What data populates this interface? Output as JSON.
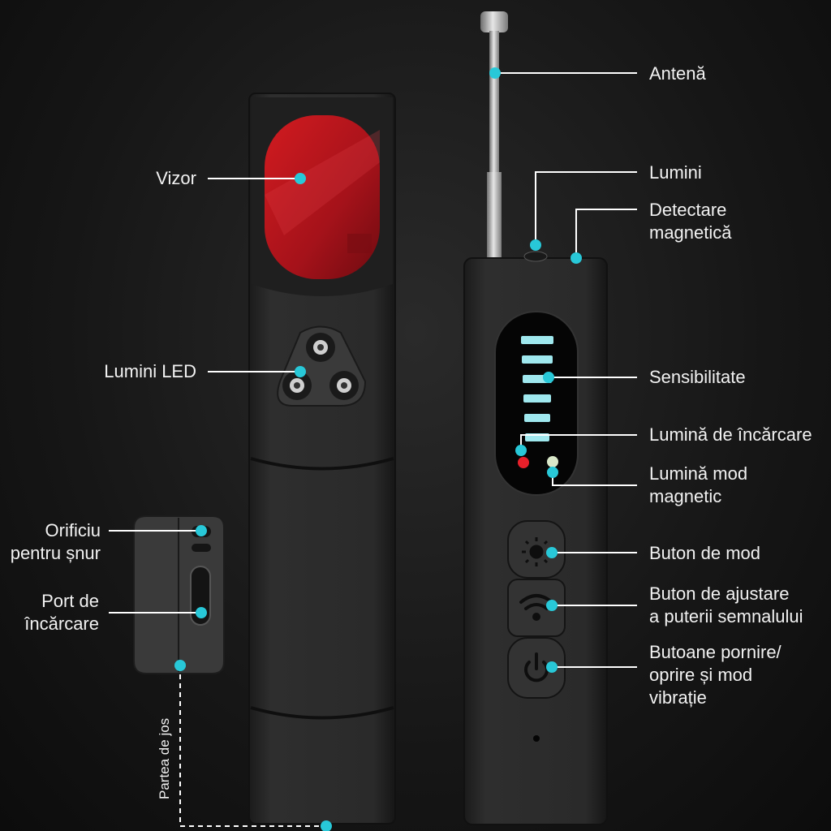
{
  "labels": {
    "vizor": "Vizor",
    "lumini_led": "Lumini LED",
    "orificiu_line1": "Orificiu",
    "orificiu_line2": "pentru șnur",
    "port_line1": "Port de",
    "port_line2": "încărcare",
    "partea_de_jos": "Partea de jos",
    "antena": "Antenă",
    "lumini": "Lumini",
    "detectare_line1": "Detectare",
    "detectare_line2": "magnetică",
    "sensibilitate": "Sensibilitate",
    "lumina_incarcare": "Lumină de încărcare",
    "lumina_mod_line1": "Lumină mod",
    "lumina_mod_line2": "magnetic",
    "buton_mod": "Buton de mod",
    "buton_ajustare_line1": "Buton de ajustare",
    "buton_ajustare_line2": "a puterii semnalului",
    "butoane_pornire_line1": "Butoane pornire/",
    "butoane_pornire_line2": "oprire și mod",
    "butoane_pornire_line3": "vibrație"
  },
  "colors": {
    "accent": "#28c8d8",
    "viewfinder_red": "#b5141a",
    "device_body": "#262626",
    "led_bars": "#9fe8ee",
    "label_text": "#f2f2f2"
  },
  "sensitivity_bars": 6,
  "icons": [
    "sun-mode-icon",
    "wifi-signal-icon",
    "power-icon"
  ]
}
